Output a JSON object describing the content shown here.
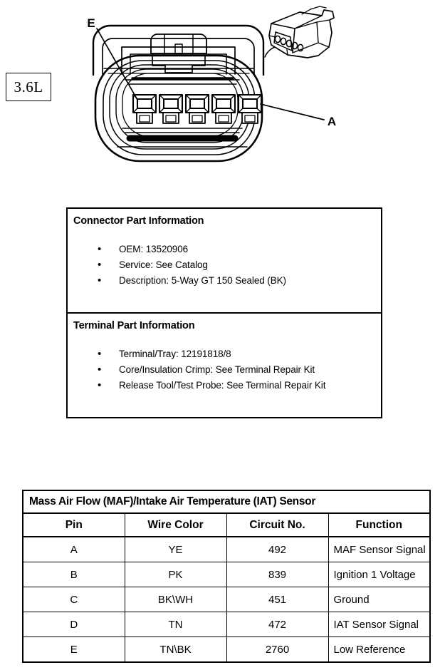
{
  "engine_badge": {
    "label": "3.6L"
  },
  "connector_diagram": {
    "name": "5-way GT 150 sealed connector face view",
    "callouts": [
      {
        "id": "callout-e",
        "label": "E",
        "points_to": "leftmost-terminal-cavity"
      },
      {
        "id": "callout-a",
        "label": "A",
        "points_to": "rightmost-terminal-cavity"
      }
    ],
    "terminal_cavity_count": 5,
    "inset_view": "3d-perspective-connector-body"
  },
  "part_info": {
    "connector": {
      "title": "Connector Part Information",
      "items": [
        "OEM: 13520906",
        "Service: See Catalog",
        "Description: 5-Way GT 150 Sealed (BK)"
      ]
    },
    "terminal": {
      "title": "Terminal Part Information",
      "items": [
        "Terminal/Tray: 12191818/8",
        "Core/Insulation Crimp: See Terminal Repair Kit",
        "Release Tool/Test Probe: See Terminal Repair Kit"
      ]
    }
  },
  "pinout_table": {
    "title": "Mass Air Flow (MAF)/Intake Air Temperature (IAT) Sensor",
    "columns": [
      "Pin",
      "Wire Color",
      "Circuit No.",
      "Function"
    ],
    "rows": [
      {
        "pin": "A",
        "wire_color": "YE",
        "circuit_no": "492",
        "function": "MAF Sensor Signal"
      },
      {
        "pin": "B",
        "wire_color": "PK",
        "circuit_no": "839",
        "function": "Ignition 1 Voltage"
      },
      {
        "pin": "C",
        "wire_color": "BK\\WH",
        "circuit_no": "451",
        "function": "Ground"
      },
      {
        "pin": "D",
        "wire_color": "TN",
        "circuit_no": "472",
        "function": "IAT Sensor Signal"
      },
      {
        "pin": "E",
        "wire_color": "TN\\BK",
        "circuit_no": "2760",
        "function": "Low Reference"
      }
    ]
  },
  "colors": {
    "ink": "#000000",
    "page_background": "#ffffff"
  }
}
